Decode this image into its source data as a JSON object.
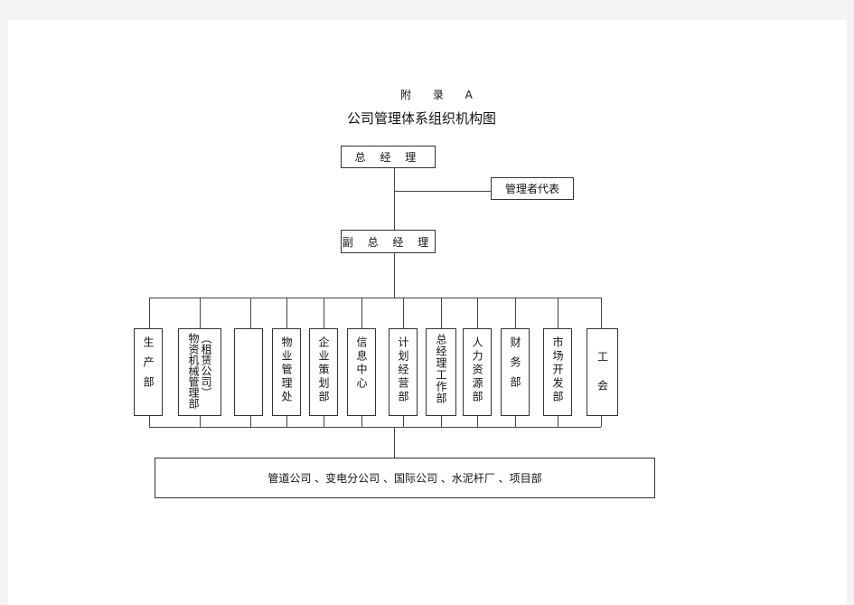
{
  "header": {
    "appendix": "附 录 A",
    "title": "公司管理体系组织机构图"
  },
  "nodes": {
    "general_manager": "总 经 理",
    "management_rep": "管理者代表",
    "deputy_gm": "副 总 经 理",
    "departments": [
      "生产部",
      "",
      "",
      "物业管理处",
      "企业策划部",
      "信息中心",
      "计划经营部",
      "总经理工作部",
      "人力资源部",
      "财务部",
      "市场开发部",
      "工会"
    ],
    "materials_dept": {
      "line1": "物资机械管理部",
      "line2": "（租赁公司）"
    },
    "subsidiaries": "管道公司 、变电分公司 、国际公司 、水泥杆厂 、项目部"
  }
}
